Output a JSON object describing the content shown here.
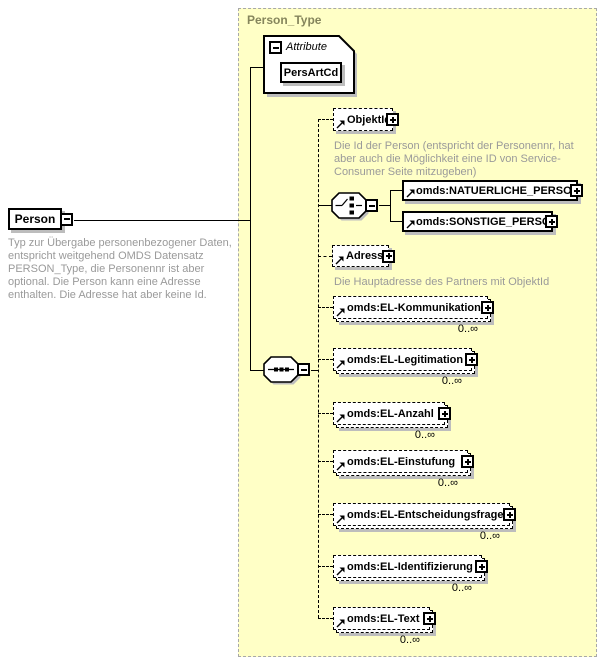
{
  "colors": {
    "container_bg": "#ffffc6",
    "container_border": "#a8a8a8",
    "title_text": "#85855c",
    "annotation_text": "#9a9a9a",
    "box_shadow": "#bdbdbd",
    "line": "#000000"
  },
  "container": {
    "title": "Person_Type"
  },
  "root": {
    "label": "Person",
    "annotation": "Typ zur Übergabe personenbezogener Daten, entspricht weitgehend OMDS Datensatz PERSON_Type, die Personennr ist aber optional. Die Person kann eine Adresse enthalten. Die Adresse hat aber keine Id."
  },
  "attribute_group": {
    "label": "Attribute",
    "attributes": [
      {
        "name": "PersArtCd"
      }
    ]
  },
  "children": [
    {
      "label": "ObjektId",
      "annotation": "Die Id der Person (entspricht der Personennr, hat aber auch die Möglichkeit eine ID von Service-Consumer Seite mitzugeben)"
    },
    {
      "label": "omds:NATUERLICHE_PERSON"
    },
    {
      "label": "omds:SONSTIGE_PERSON"
    },
    {
      "label": "Adresse",
      "annotation": "Die Hauptadresse des Partners mit ObjektId"
    },
    {
      "label": "omds:EL-Kommunikation",
      "occurs": "0..∞"
    },
    {
      "label": "omds:EL-Legitimation",
      "occurs": "0..∞"
    },
    {
      "label": "omds:EL-Anzahl",
      "occurs": "0..∞"
    },
    {
      "label": "omds:EL-Einstufung",
      "occurs": "0..∞"
    },
    {
      "label": "omds:EL-Entscheidungsfrage",
      "occurs": "0..∞"
    },
    {
      "label": "omds:EL-Identifizierung",
      "occurs": "0..∞"
    },
    {
      "label": "omds:EL-Text",
      "occurs": "0..∞"
    }
  ]
}
